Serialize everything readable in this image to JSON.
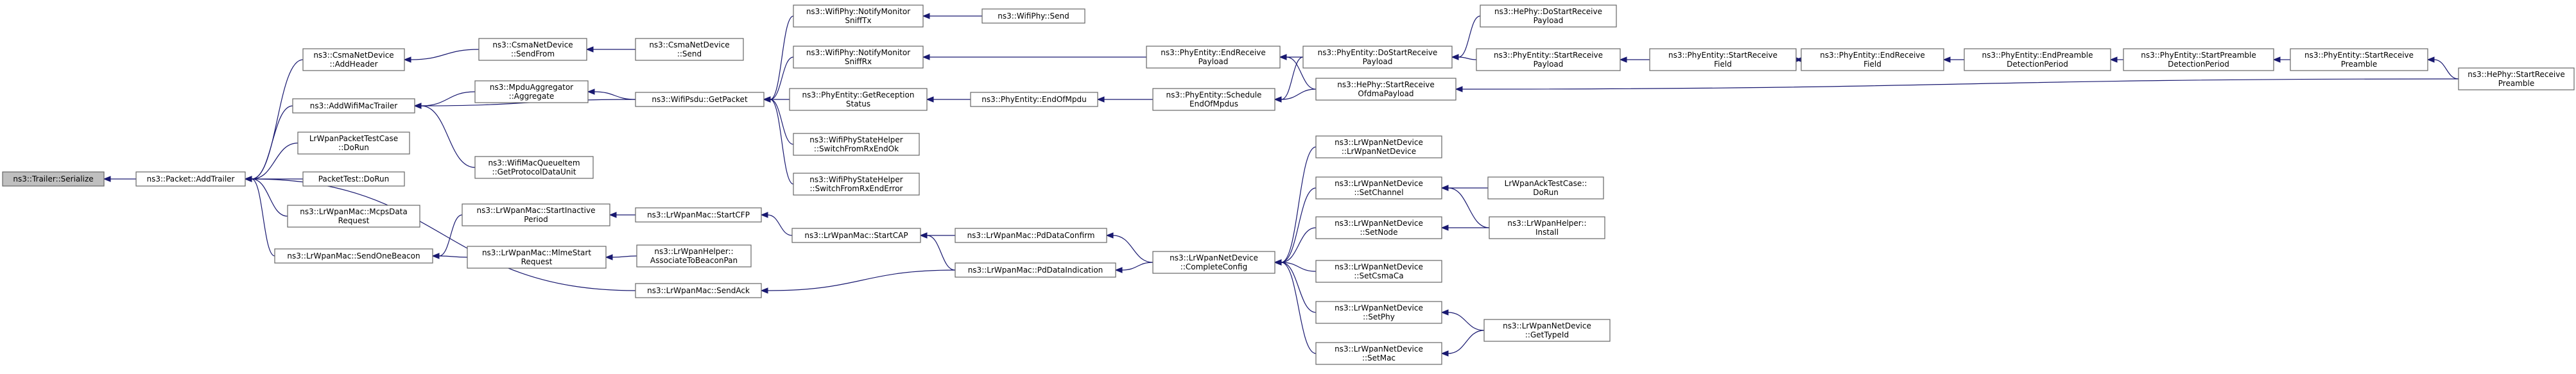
{
  "graph": {
    "edge_color": "#191970",
    "node_border_color": "#666666",
    "root_fill": "#bfbfbf",
    "node_fill": "#ffffff",
    "nodes": [
      {
        "id": "trailer_serialize",
        "lines": [
          "ns3::Trailer::Serialize"
        ],
        "root": true
      },
      {
        "id": "packet_addtrailer",
        "lines": [
          "ns3::Packet::AddTrailer"
        ]
      },
      {
        "id": "csma_addheader",
        "lines": [
          "ns3::CsmaNetDevice",
          "::AddHeader"
        ]
      },
      {
        "id": "addwifimac",
        "lines": [
          "ns3::AddWifiMacTrailer"
        ]
      },
      {
        "id": "lrwpan_packet_test",
        "lines": [
          "LrWpanPacketTestCase",
          "::DoRun"
        ]
      },
      {
        "id": "packettest_dorun",
        "lines": [
          "PacketTest::DoRun"
        ]
      },
      {
        "id": "mcps_data_req",
        "lines": [
          "ns3::LrWpanMac::McpsData",
          "Request"
        ]
      },
      {
        "id": "send_one_beacon",
        "lines": [
          "ns3::LrWpanMac::SendOneBeacon"
        ]
      },
      {
        "id": "csma_sendfrom",
        "lines": [
          "ns3::CsmaNetDevice",
          "::SendFrom"
        ]
      },
      {
        "id": "csma_send",
        "lines": [
          "ns3::CsmaNetDevice",
          "::Send"
        ]
      },
      {
        "id": "mpdu_aggregate",
        "lines": [
          "ns3::MpduAggregator",
          "::Aggregate"
        ]
      },
      {
        "id": "wifimac_queue_item",
        "lines": [
          "ns3::WifiMacQueueItem",
          "::GetProtocolDataUnit"
        ]
      },
      {
        "id": "wifipsdu_getpacket",
        "lines": [
          "ns3::WifiPsdu::GetPacket"
        ]
      },
      {
        "id": "notify_sniff_tx",
        "lines": [
          "ns3::WifiPhy::NotifyMonitor",
          "SniffTx"
        ]
      },
      {
        "id": "wifiphy_send",
        "lines": [
          "ns3::WifiPhy::Send"
        ]
      },
      {
        "id": "notify_sniff_rx",
        "lines": [
          "ns3::WifiPhy::NotifyMonitor",
          "SniffRx"
        ]
      },
      {
        "id": "get_reception_status",
        "lines": [
          "ns3::PhyEntity::GetReception",
          "Status"
        ]
      },
      {
        "id": "end_of_mpdu",
        "lines": [
          "ns3::PhyEntity::EndOfMpdu"
        ]
      },
      {
        "id": "switch_rx_endok",
        "lines": [
          "ns3::WifiPhyStateHelper",
          "::SwitchFromRxEndOk"
        ]
      },
      {
        "id": "switch_rx_enderror",
        "lines": [
          "ns3::WifiPhyStateHelper",
          "::SwitchFromRxEndError"
        ]
      },
      {
        "id": "end_receive_payload",
        "lines": [
          "ns3::PhyEntity::EndReceive",
          "Payload"
        ]
      },
      {
        "id": "schedule_end_mpdus",
        "lines": [
          "ns3::PhyEntity::Schedule",
          "EndOfMpdus"
        ]
      },
      {
        "id": "do_start_receive_payload",
        "lines": [
          "ns3::PhyEntity::DoStartReceive",
          "Payload"
        ]
      },
      {
        "id": "he_start_receive_ofdma",
        "lines": [
          "ns3::HePhy::StartReceive",
          "OfdmaPayload"
        ]
      },
      {
        "id": "he_do_start_receive_payload",
        "lines": [
          "ns3::HePhy::DoStartReceive",
          "Payload"
        ]
      },
      {
        "id": "start_receive_payload",
        "lines": [
          "ns3::PhyEntity::StartReceive",
          "Payload"
        ]
      },
      {
        "id": "start_receive_field",
        "lines": [
          "ns3::PhyEntity::StartReceive",
          "Field"
        ]
      },
      {
        "id": "end_receive_field",
        "lines": [
          "ns3::PhyEntity::EndReceive",
          "Field"
        ]
      },
      {
        "id": "end_preamble_detection",
        "lines": [
          "ns3::PhyEntity::EndPreamble",
          "DetectionPeriod"
        ]
      },
      {
        "id": "start_preamble_detection",
        "lines": [
          "ns3::PhyEntity::StartPreamble",
          "DetectionPeriod"
        ]
      },
      {
        "id": "start_receive_preamble",
        "lines": [
          "ns3::PhyEntity::StartReceive",
          "Preamble"
        ]
      },
      {
        "id": "he_start_receive_preamble",
        "lines": [
          "ns3::HePhy::StartReceive",
          "Preamble"
        ]
      },
      {
        "id": "start_inactive_period",
        "lines": [
          "ns3::LrWpanMac::StartInactive",
          "Period"
        ]
      },
      {
        "id": "mlme_start_req",
        "lines": [
          "ns3::LrWpanMac::MlmeStart",
          "Request"
        ]
      },
      {
        "id": "send_ack",
        "lines": [
          "ns3::LrWpanMac::SendAck"
        ]
      },
      {
        "id": "start_cfp",
        "lines": [
          "ns3::LrWpanMac::StartCFP"
        ]
      },
      {
        "id": "associate_to_beacon_pan",
        "lines": [
          "ns3::LrWpanHelper::",
          "AssociateToBeaconPan"
        ]
      },
      {
        "id": "start_cap",
        "lines": [
          "ns3::LrWpanMac::StartCAP"
        ]
      },
      {
        "id": "pd_data_confirm",
        "lines": [
          "ns3::LrWpanMac::PdDataConfirm"
        ]
      },
      {
        "id": "pd_data_indication",
        "lines": [
          "ns3::LrWpanMac::PdDataIndication"
        ]
      },
      {
        "id": "complete_config",
        "lines": [
          "ns3::LrWpanNetDevice",
          "::CompleteConfig"
        ]
      },
      {
        "id": "lrwpan_netdevice_ctor",
        "lines": [
          "ns3::LrWpanNetDevice",
          "::LrWpanNetDevice"
        ]
      },
      {
        "id": "set_channel",
        "lines": [
          "ns3::LrWpanNetDevice",
          "::SetChannel"
        ]
      },
      {
        "id": "set_node",
        "lines": [
          "ns3::LrWpanNetDevice",
          "::SetNode"
        ]
      },
      {
        "id": "set_csmaca",
        "lines": [
          "ns3::LrWpanNetDevice",
          "::SetCsmaCa"
        ]
      },
      {
        "id": "set_phy",
        "lines": [
          "ns3::LrWpanNetDevice",
          "::SetPhy"
        ]
      },
      {
        "id": "set_mac",
        "lines": [
          "ns3::LrWpanNetDevice",
          "::SetMac"
        ]
      },
      {
        "id": "lrwpan_ack_test",
        "lines": [
          "LrWpanAckTestCase::",
          "DoRun"
        ]
      },
      {
        "id": "lrwpan_helper_install",
        "lines": [
          "ns3::LrWpanHelper::",
          "Install"
        ]
      },
      {
        "id": "get_type_id",
        "lines": [
          "ns3::LrWpanNetDevice",
          "::GetTypeId"
        ]
      }
    ],
    "edges": [
      [
        "packet_addtrailer",
        "trailer_serialize"
      ],
      [
        "csma_addheader",
        "packet_addtrailer"
      ],
      [
        "addwifimac",
        "packet_addtrailer"
      ],
      [
        "lrwpan_packet_test",
        "packet_addtrailer"
      ],
      [
        "packettest_dorun",
        "packet_addtrailer"
      ],
      [
        "mcps_data_req",
        "packet_addtrailer"
      ],
      [
        "send_one_beacon",
        "packet_addtrailer"
      ],
      [
        "send_ack",
        "packet_addtrailer"
      ],
      [
        "csma_sendfrom",
        "csma_addheader"
      ],
      [
        "csma_send",
        "csma_sendfrom"
      ],
      [
        "mpdu_aggregate",
        "addwifimac"
      ],
      [
        "wifimac_queue_item",
        "addwifimac"
      ],
      [
        "wifipsdu_getpacket",
        "addwifimac"
      ],
      [
        "wifipsdu_getpacket",
        "mpdu_aggregate"
      ],
      [
        "notify_sniff_tx",
        "wifipsdu_getpacket"
      ],
      [
        "notify_sniff_rx",
        "wifipsdu_getpacket"
      ],
      [
        "get_reception_status",
        "wifipsdu_getpacket"
      ],
      [
        "switch_rx_endok",
        "wifipsdu_getpacket"
      ],
      [
        "switch_rx_enderror",
        "wifipsdu_getpacket"
      ],
      [
        "wifiphy_send",
        "notify_sniff_tx"
      ],
      [
        "end_receive_payload",
        "notify_sniff_rx"
      ],
      [
        "end_of_mpdu",
        "get_reception_status"
      ],
      [
        "schedule_end_mpdus",
        "end_of_mpdu"
      ],
      [
        "do_start_receive_payload",
        "end_receive_payload"
      ],
      [
        "he_start_receive_ofdma",
        "end_receive_payload"
      ],
      [
        "do_start_receive_payload",
        "schedule_end_mpdus"
      ],
      [
        "he_start_receive_ofdma",
        "schedule_end_mpdus"
      ],
      [
        "he_do_start_receive_payload",
        "do_start_receive_payload"
      ],
      [
        "start_receive_payload",
        "do_start_receive_payload"
      ],
      [
        "start_receive_field",
        "start_receive_payload"
      ],
      [
        "end_receive_field",
        "start_receive_field"
      ],
      [
        "start_receive_field",
        "end_receive_field"
      ],
      [
        "end_preamble_detection",
        "end_receive_field"
      ],
      [
        "start_preamble_detection",
        "end_preamble_detection"
      ],
      [
        "start_receive_preamble",
        "start_preamble_detection"
      ],
      [
        "he_start_receive_preamble",
        "start_receive_preamble"
      ],
      [
        "he_start_receive_preamble",
        "he_start_receive_ofdma"
      ],
      [
        "start_inactive_period",
        "send_one_beacon"
      ],
      [
        "mlme_start_req",
        "send_one_beacon"
      ],
      [
        "start_cfp",
        "start_inactive_period"
      ],
      [
        "start_cap",
        "start_cfp"
      ],
      [
        "associate_to_beacon_pan",
        "mlme_start_req"
      ],
      [
        "pd_data_confirm",
        "start_cap"
      ],
      [
        "pd_data_indication",
        "start_cap"
      ],
      [
        "pd_data_indication",
        "send_ack"
      ],
      [
        "complete_config",
        "pd_data_confirm"
      ],
      [
        "complete_config",
        "pd_data_indication"
      ],
      [
        "lrwpan_netdevice_ctor",
        "complete_config"
      ],
      [
        "set_channel",
        "complete_config"
      ],
      [
        "set_node",
        "complete_config"
      ],
      [
        "set_csmaca",
        "complete_config"
      ],
      [
        "set_phy",
        "complete_config"
      ],
      [
        "set_mac",
        "complete_config"
      ],
      [
        "lrwpan_ack_test",
        "set_channel"
      ],
      [
        "lrwpan_helper_install",
        "set_channel"
      ],
      [
        "lrwpan_helper_install",
        "set_node"
      ],
      [
        "get_type_id",
        "set_phy"
      ],
      [
        "get_type_id",
        "set_mac"
      ]
    ]
  }
}
